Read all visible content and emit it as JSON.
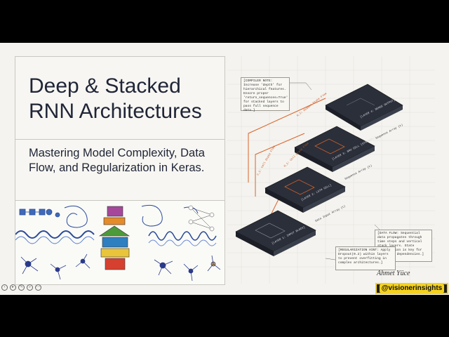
{
  "slide": {
    "title": "Deep & Stacked RNN Architectures",
    "subtitle": "Mastering Model Complexity, Data Flow, and Regularization in Keras.",
    "author": "Ahmet Yüce"
  },
  "diagram": {
    "notes": {
      "compiler": "[COMPILER NOTE: Increase 'depth' for hierarchical features. Ensore proper 'return_sequences=True' for stacked layers to pass full sequence data.]",
      "dataflow": "[DATA FLOW: Sequential data propagates through time steps and vertical stack layers. State preservation is key for long-term dependencies.]",
      "regularization": "[REGULARIZATION HINT: Apply Dropout(0.2) within layers to prevent overfitting in complex architectures.]"
    },
    "layers": [
      {
        "label": "[LAYER 4: DENSE OUTPUT]",
        "arrow": "Sequence Array (t)"
      },
      {
        "label": "[LAYER 3: GRU CELL (STACKED)]",
        "arrow": "Sequence Array (t)"
      },
      {
        "label": "[LAYER 2: LSTM CELL]",
        "arrow": "Data Input Array (t)"
      },
      {
        "label": "[LAYER 1: INPUT BLOCK]",
        "arrow": ""
      }
    ],
    "flows": [
      "H_1: Hidden State Flow",
      "C_1: Cell State Flow",
      "H_1: Cell State Flow"
    ]
  },
  "brand": {
    "handle": "@visionerinsights"
  },
  "colors": {
    "accent": "#d9642a",
    "dark": "#2b2f3a",
    "brand": "#f6d21c"
  }
}
